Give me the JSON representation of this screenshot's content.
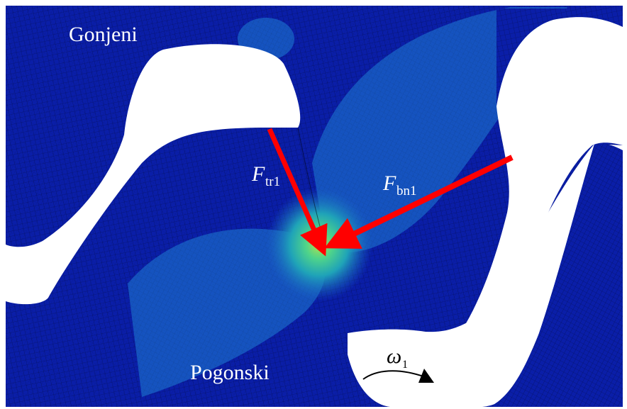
{
  "labels": {
    "driven_gear": "Gonjeni",
    "driving_gear": "Pogonski"
  },
  "forces": {
    "tangential": {
      "symbol": "F",
      "subscript": "tr1"
    },
    "normal": {
      "symbol": "F",
      "subscript": "bn1"
    }
  },
  "rotation": {
    "symbol": "ω",
    "subscript": "1"
  },
  "colors": {
    "mesh_base": "#0a1ea8",
    "mesh_lines": "#000000",
    "stress_mid": "#1a66c8",
    "stress_high": "#2fd1a0",
    "stress_peak": "#7ee05a",
    "gap": "#ffffff",
    "arrow": "#ff0000"
  }
}
